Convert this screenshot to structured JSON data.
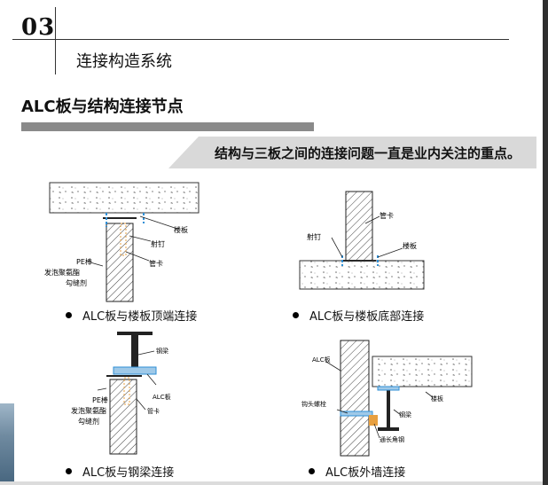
{
  "section": {
    "number": "03",
    "title": "连接构造系统"
  },
  "heading": "ALC板与结构连接节点",
  "banner": "结构与三板之间的连接问题一直是业内关注的重点。",
  "figures": {
    "top_left": {
      "caption": "ALC板与楼板顶端连接",
      "labels": {
        "slab": "楼板",
        "nail": "射钉",
        "clip": "管卡",
        "pe1": "PE棒",
        "pe2": "发泡聚氨酯",
        "pe3": "勾缝剂"
      }
    },
    "top_right": {
      "caption": "ALC板与楼板底部连接",
      "labels": {
        "clip": "管卡",
        "nail": "射钉",
        "slab": "楼板"
      }
    },
    "bottom_left": {
      "caption": "ALC板与钢梁连接",
      "labels": {
        "beam": "钢梁",
        "alc": "ALC板",
        "pe1": "PE棒",
        "pe2": "发泡聚氨酯",
        "pe3": "勾缝剂",
        "clip": "管卡"
      }
    },
    "bottom_right": {
      "caption": "ALC板外墙连接",
      "labels": {
        "alc": "ALC板",
        "slab": "楼板",
        "bolt": "钩头螺栓",
        "beam": "钢梁",
        "angle": "通长角钢"
      }
    }
  },
  "colors": {
    "banner_bg": "#d9d9d9",
    "rule": "#8a8a8a",
    "connector": "#2f8fd6",
    "fill_orange": "#e8a040"
  }
}
